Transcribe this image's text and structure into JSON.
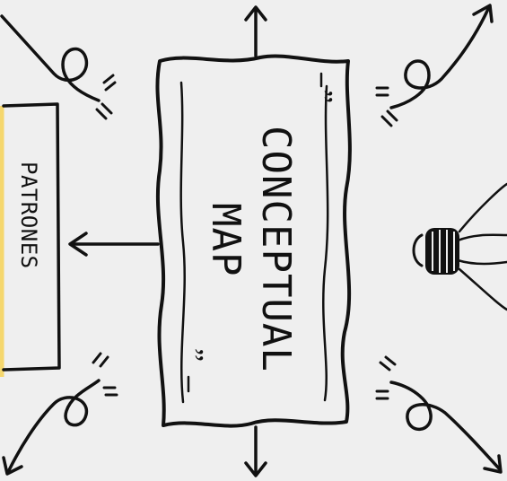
{
  "central_node": {
    "title_line1": "CONCEPTUAL",
    "title_line2": "MAP"
  },
  "side_node": {
    "label": "PATRONES",
    "accent_color": "#f5d76e"
  },
  "colors": {
    "background": "#efefef",
    "ink": "#111111"
  },
  "icons": [
    "lightbulb-icon",
    "squiggle-arrow-icon",
    "sparkle-marks-icon"
  ]
}
